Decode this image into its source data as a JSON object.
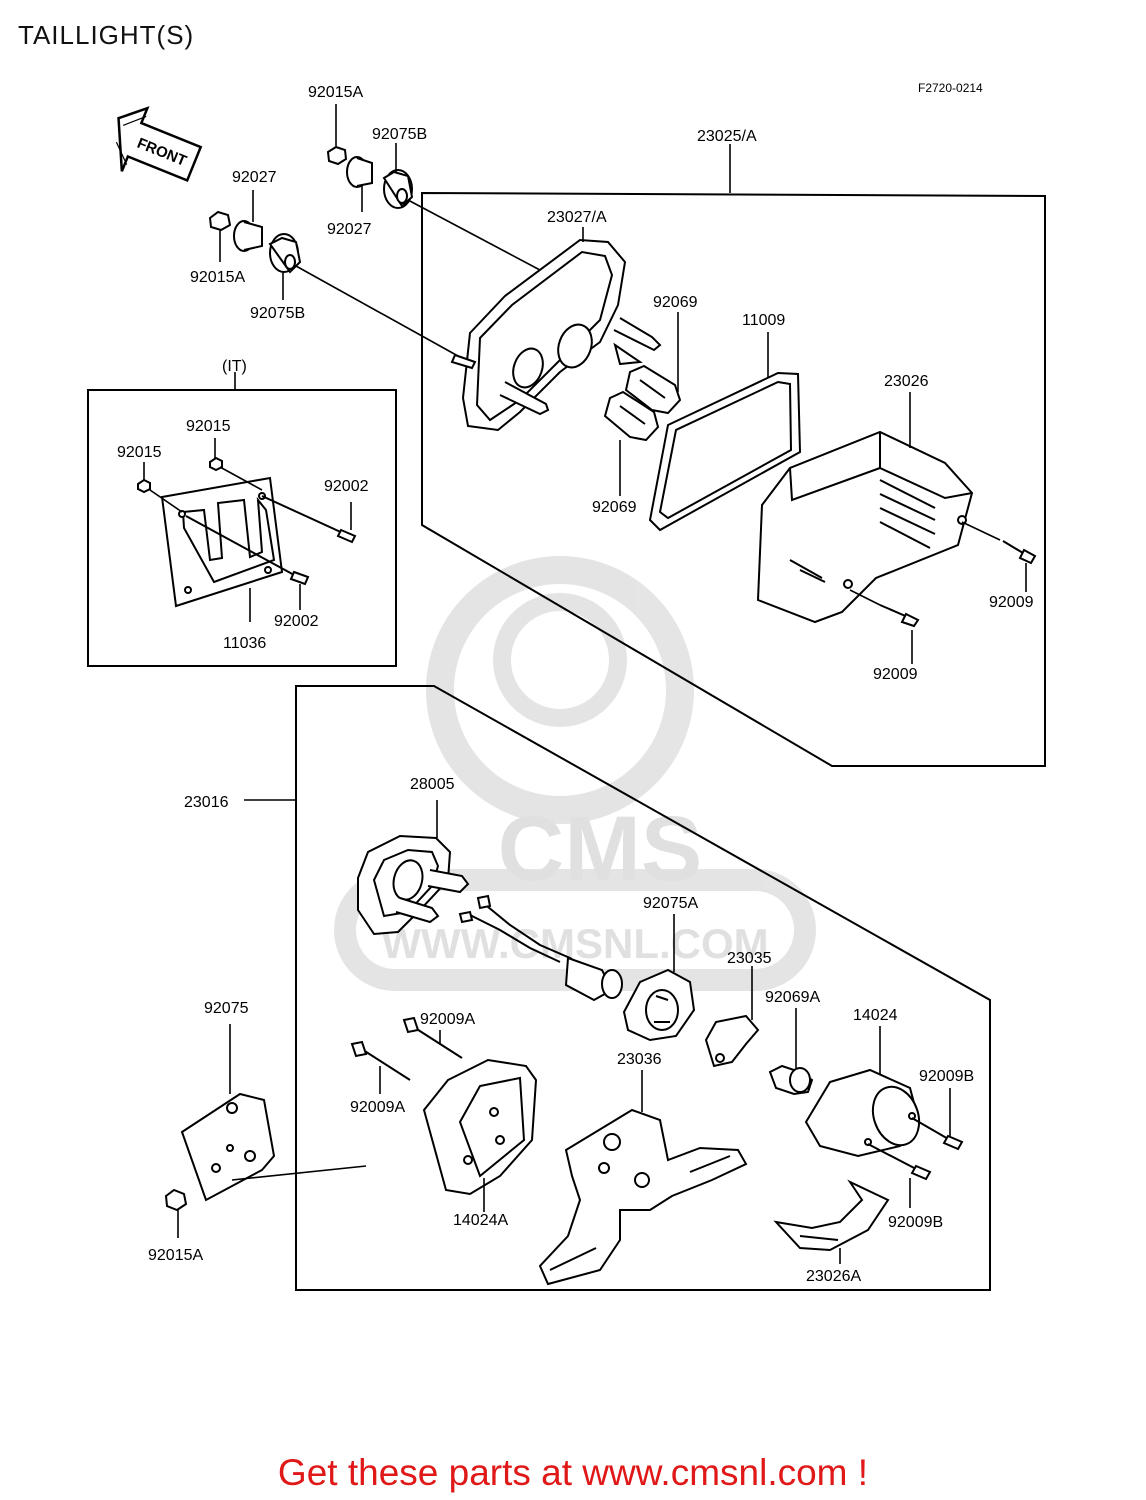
{
  "title": "TAILLIGHT(S)",
  "diagram_code": "F2720-0214",
  "direction_label": "FRONT",
  "kit_label": "(IT)",
  "watermark": {
    "logo": "CMS",
    "url": "WWW.CMSNL.COM"
  },
  "parts": {
    "p92015A_top": "92015A",
    "p92075B_top": "92075B",
    "p92027_top": "92027",
    "p92027_mid": "92027",
    "p92015A_left": "92015A",
    "p92075B_left": "92075B",
    "p23025A": "23025/A",
    "p23027A": "23027/A",
    "p92069_a": "92069",
    "p11009": "11009",
    "p23026": "23026",
    "p92069_b": "92069",
    "p92009_r": "92009",
    "p92009_b": "92009",
    "p92015_a": "92015",
    "p92015_b": "92015",
    "p92002_a": "92002",
    "p92002_b": "92002",
    "p11036": "11036",
    "p23016": "23016",
    "p28005": "28005",
    "p92075A": "92075A",
    "p23035": "23035",
    "p92069A": "92069A",
    "p14024": "14024",
    "p92075": "92075",
    "p92009A_top": "92009A",
    "p92009A_bot": "92009A",
    "p23036": "23036",
    "p92009B_top": "92009B",
    "p92009B_bot": "92009B",
    "p14024A": "14024A",
    "p23026A": "23026A",
    "p92015A_bot": "92015A"
  },
  "footer": "Get these parts at www.cmsnl.com !",
  "colors": {
    "footer": "#e01818",
    "watermark": "#c8c8c8",
    "ink": "#000000"
  }
}
